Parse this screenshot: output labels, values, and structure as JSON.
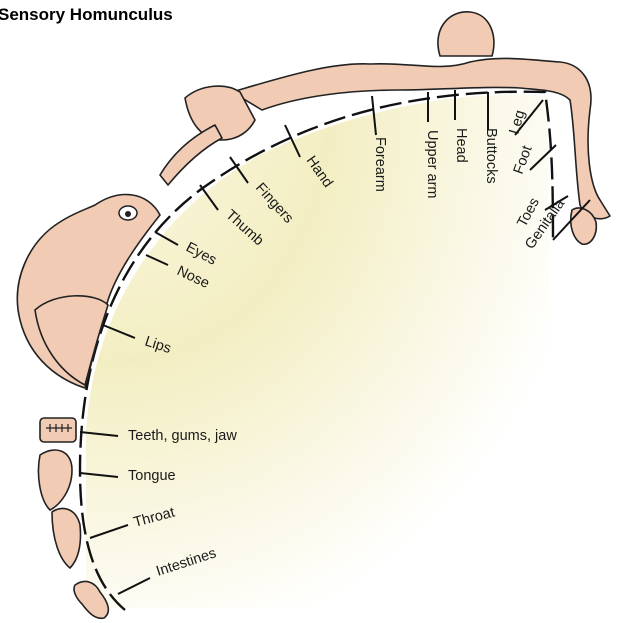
{
  "title": "Sensory Homunculus",
  "regions": [
    {
      "label": "Genitalia"
    },
    {
      "label": "Toes"
    },
    {
      "label": "Foot"
    },
    {
      "label": "Leg"
    },
    {
      "label": "Buttocks"
    },
    {
      "label": "Head"
    },
    {
      "label": "Upper arm"
    },
    {
      "label": "Forearm"
    },
    {
      "label": "Hand"
    },
    {
      "label": "Fingers"
    },
    {
      "label": "Thumb"
    },
    {
      "label": "Eyes"
    },
    {
      "label": "Nose"
    },
    {
      "label": "Lips"
    },
    {
      "label": "Teeth, gums, jaw"
    },
    {
      "label": "Tongue"
    },
    {
      "label": "Throat"
    },
    {
      "label": "Intestines"
    }
  ],
  "colors": {
    "skin": "#f2cbb5",
    "cortex_fill_inner": "#f4efc6",
    "cortex_fill_outer": "#ffffff"
  }
}
